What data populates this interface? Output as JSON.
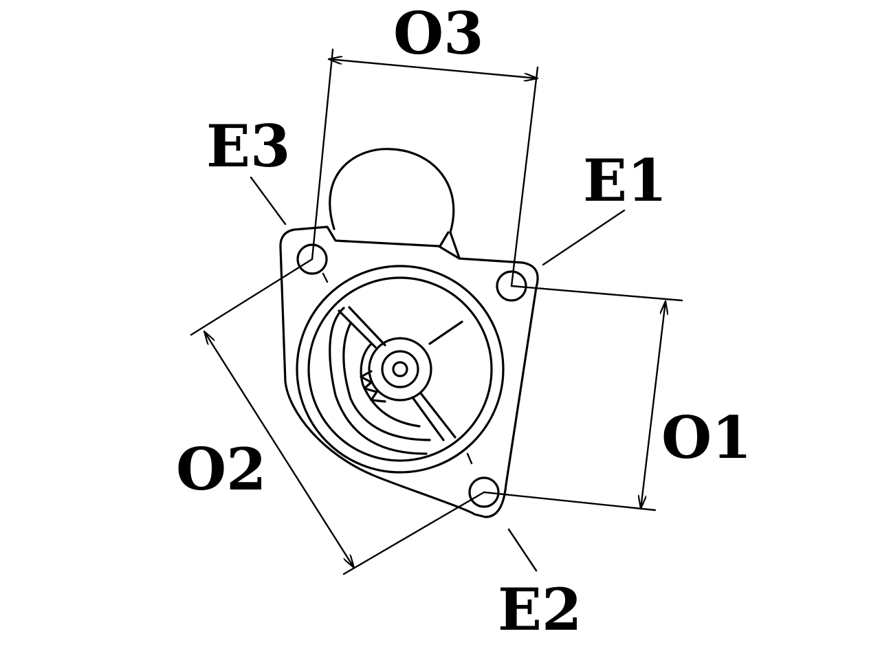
{
  "labels": {
    "o3": "O3",
    "e3": "E3",
    "e1": "E1",
    "o1": "O1",
    "o2": "O2",
    "e2": "E2"
  },
  "colors": {
    "ink": "#000000",
    "background": "#ffffff"
  }
}
